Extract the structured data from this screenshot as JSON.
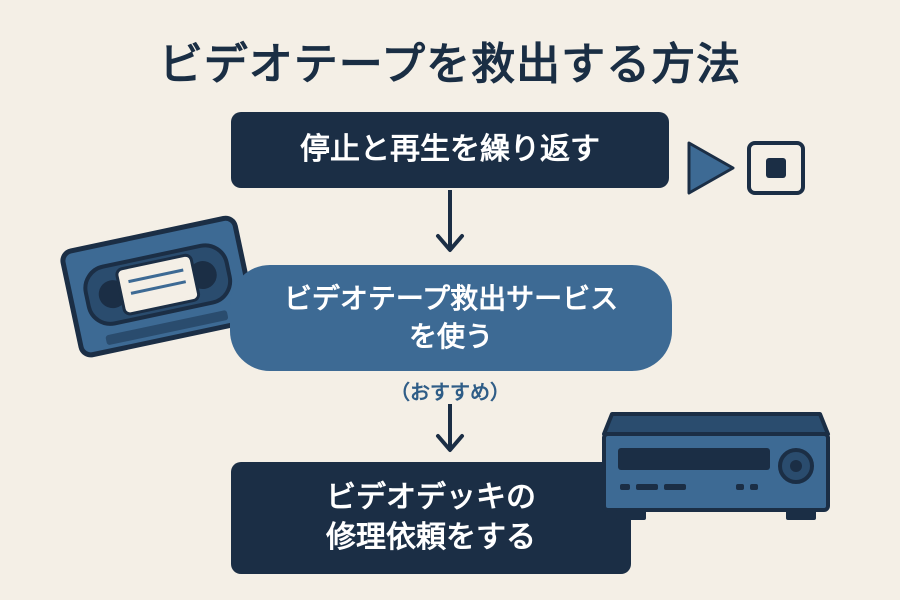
{
  "title": "ビデオテープを救出する方法",
  "steps": [
    {
      "text": "停止と再生を繰り返す"
    },
    {
      "text": "ビデオテープ救出サービス\nを使う",
      "note": "（おすすめ）"
    },
    {
      "text": "ビデオデッキの\n修理依頼をする"
    }
  ],
  "colors": {
    "background": "#f4efe6",
    "dark_navy": "#1b2e45",
    "medium_blue": "#3d6a94",
    "accent_blue": "#2f5d87"
  },
  "icons": [
    "play-icon",
    "stop-icon",
    "videotape-icon",
    "vcr-deck-icon"
  ]
}
